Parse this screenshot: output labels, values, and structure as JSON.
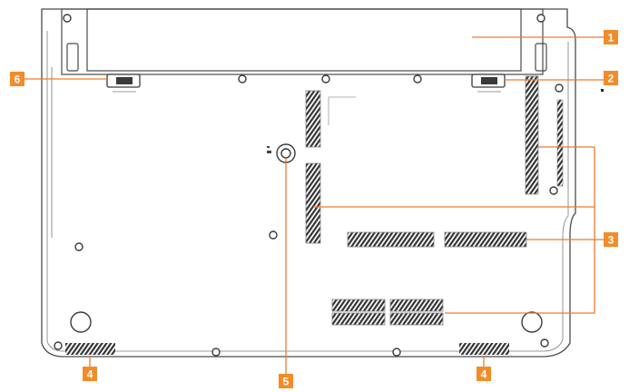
{
  "colors": {
    "outline": "#4a4a4a",
    "callout_fill": "#f28c28",
    "callout_line": "#f07a2c",
    "callout_text": "#ffffff",
    "vent": "#3a3a3a"
  },
  "callouts": [
    {
      "id": "callout-1",
      "label": "1"
    },
    {
      "id": "callout-2",
      "label": "2"
    },
    {
      "id": "callout-3",
      "label": "3"
    },
    {
      "id": "callout-4-left",
      "label": "4"
    },
    {
      "id": "callout-4-right",
      "label": "4"
    },
    {
      "id": "callout-5",
      "label": "5"
    },
    {
      "id": "callout-6",
      "label": "6"
    }
  ],
  "icons": [
    "screw-icon",
    "rubber-foot-icon",
    "battery-latch-icon",
    "lock-icon"
  ]
}
